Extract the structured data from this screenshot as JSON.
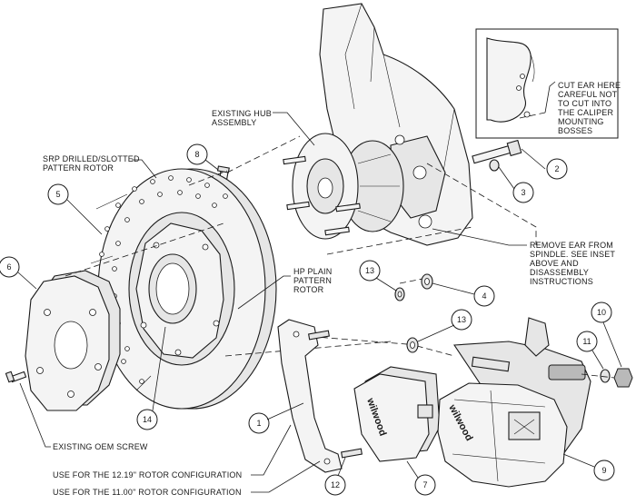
{
  "labels": {
    "existing_hub_assembly": [
      "EXISTING HUB",
      "ASSEMBLY"
    ],
    "srp_rotor": [
      "SRP DRILLED/SLOTTED",
      "PATTERN ROTOR"
    ],
    "hp_plain_rotor": [
      "HP PLAIN",
      "PATTERN",
      "ROTOR"
    ],
    "remove_ear": [
      "REMOVE EAR FROM",
      "SPINDLE.  SEE INSET",
      "ABOVE AND",
      "DISASSEMBLY",
      "INSTRUCTIONS"
    ],
    "cut_ear": [
      "CUT EAR HERE",
      "CAREFUL NOT",
      "TO CUT INTO",
      "THE CALIPER",
      "MOUNTING",
      "BOSSES"
    ],
    "existing_oem_screw": [
      "EXISTING OEM SCREW"
    ],
    "use_1219": [
      "USE FOR THE 12.19\" ROTOR CONFIGURATION"
    ],
    "use_1100": [
      "USE FOR THE 11.00\" ROTOR CONFIGURATION"
    ]
  },
  "callouts": {
    "c1": "1",
    "c2": "2",
    "c3": "3",
    "c4": "4",
    "c5": "5",
    "c6": "6",
    "c7": "7",
    "c8": "8",
    "c9": "9",
    "c10": "10",
    "c11": "11",
    "c12": "12",
    "c13a": "13",
    "c13b": "13",
    "c14": "14"
  },
  "brand": "wilwood"
}
